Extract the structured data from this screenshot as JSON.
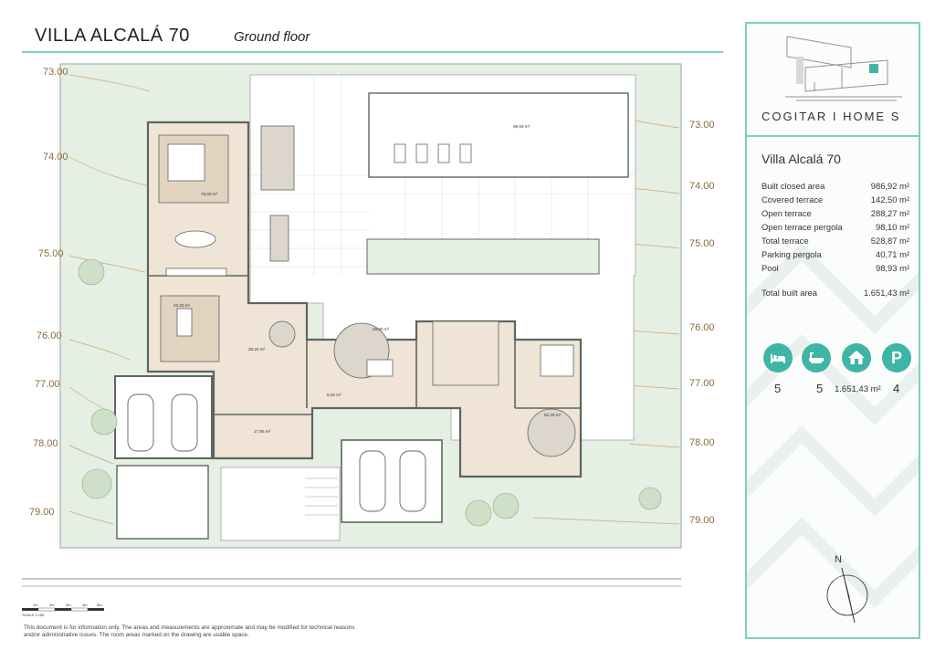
{
  "header": {
    "title": "VILLA ALCALÁ 70",
    "subtitle": "Ground floor"
  },
  "elevations_left": [
    "73.00",
    "74.00",
    "75.00",
    "76.00",
    "77.00",
    "78.00",
    "79.00"
  ],
  "elevations_right": [
    "73.00",
    "74.00",
    "75.00",
    "76.00",
    "77.00",
    "78.00",
    "79.00"
  ],
  "room_labels": [
    "98,93 m²",
    "79,50 m²",
    "23,20 m²",
    "28,20 m²",
    "28,60 m²",
    "9,02 m²",
    "17,95 m²",
    "82,30 m²"
  ],
  "scale": {
    "ticks": [
      "1m",
      "2m",
      "3m",
      "4m",
      "5m"
    ],
    "label": "SCALE 1:150"
  },
  "disclaimer": {
    "line1": "This document is for information only. The areas and measurements are approximate and may be modified for technical reasons",
    "line2": "and/or administrative issues. The room areas marked on the drawing are usable space."
  },
  "panel": {
    "brand": "COGITAR I HOME S",
    "villa_name": "Villa Alcalá 70",
    "areas": [
      {
        "label": "Built closed area",
        "value": "986,92 m²"
      },
      {
        "label": "Covered terrace",
        "value": "142,50 m²"
      },
      {
        "label": "Open terrace",
        "value": "288,27 m²"
      },
      {
        "label": "Open terrace pergola",
        "value": "98,10 m²"
      },
      {
        "label": "Total terrace",
        "value": "528,87 m²"
      },
      {
        "label": "Parking pergola",
        "value": "40,71 m²"
      },
      {
        "label": "Pool",
        "value": "98,93 m²"
      }
    ],
    "total": {
      "label": "Total built area",
      "value": "1.651,43 m²"
    },
    "features": [
      {
        "icon": "bed-icon",
        "value": "5"
      },
      {
        "icon": "bathtub-icon",
        "value": "5"
      },
      {
        "icon": "house-icon",
        "value": "1.651,43 m²"
      },
      {
        "icon": "parking-icon",
        "letter": "P",
        "value": "4"
      }
    ],
    "compass_label": "N"
  },
  "colors": {
    "accent": "#3fb5a5",
    "accent_light": "#7fcfc2",
    "garden": "#e6efe3",
    "interior": "#efe4d6",
    "terrace": "#ffffff",
    "pool": "#ffffff",
    "wall": "#5c6660",
    "elevation_text": "#8a6a3c"
  }
}
